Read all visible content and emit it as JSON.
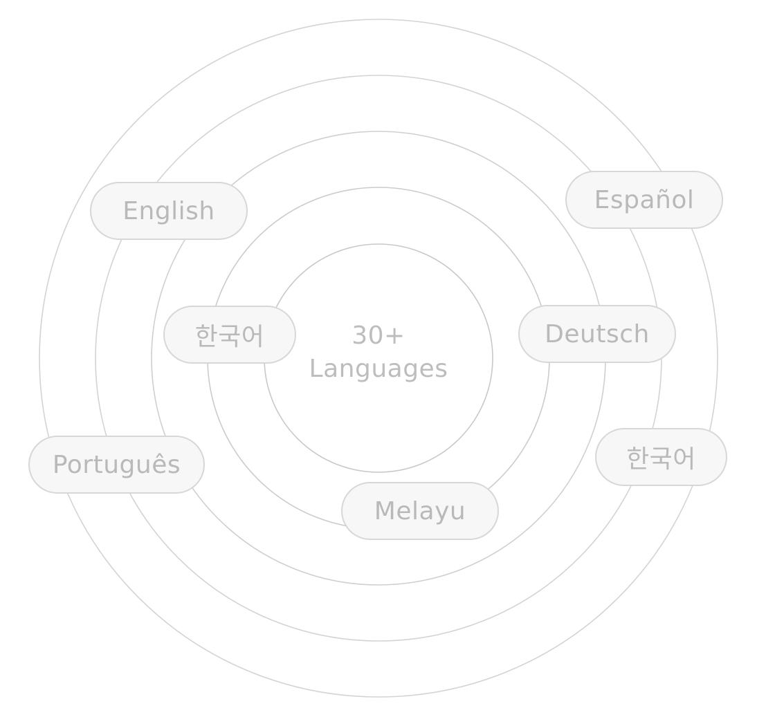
{
  "center": {
    "line1": "30+",
    "line2": "Languages"
  },
  "languages": [
    {
      "label": "English"
    },
    {
      "label": "Español"
    },
    {
      "label": "한국어"
    },
    {
      "label": "Deutsch"
    },
    {
      "label": "Português"
    },
    {
      "label": "한국어"
    },
    {
      "label": "Melayu"
    }
  ],
  "colors": {
    "ring_stroke": "#d3d3d3",
    "pill_fill": "#f7f7f7",
    "pill_border": "#d7d7d7",
    "text": "#bdbdbd"
  }
}
